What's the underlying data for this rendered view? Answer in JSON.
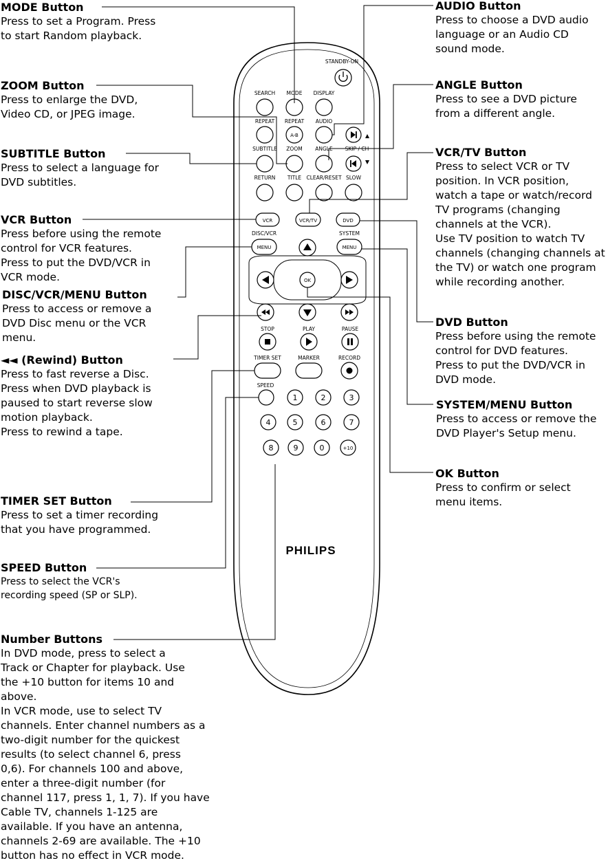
{
  "callouts": {
    "mode": {
      "title": "MODE Button",
      "desc": "Press to set a Program. Press\nto start Random playback."
    },
    "zoom": {
      "title": "ZOOM Button",
      "desc": "Press to enlarge the DVD,\nVideo CD, or JPEG image."
    },
    "subtitle": {
      "title": "SUBTITLE Button",
      "desc": "Press to select a language for\nDVD subtitles."
    },
    "vcr": {
      "title": "VCR Button",
      "desc": "Press before using the remote\ncontrol for VCR features.\nPress to put the DVD/VCR in\nVCR mode."
    },
    "disc_menu": {
      "title": "DISC/VCR/MENU Button",
      "desc": "Press to access or remove a\nDVD Disc menu or the VCR\nmenu."
    },
    "rewind": {
      "title": "◄◄ (Rewind) Button",
      "desc": "Press to fast reverse a Disc.\nPress when DVD playback is\npaused to start reverse slow\nmotion playback.\nPress to rewind a tape."
    },
    "timer_set": {
      "title": "TIMER SET Button",
      "desc": "Press to set a timer recording\nthat you have programmed."
    },
    "speed": {
      "title": "SPEED Button",
      "desc": "Press to select the VCR's\nrecording speed (SP or SLP)."
    },
    "numbers": {
      "title": "Number Buttons",
      "desc": "In DVD mode, press to select a\nTrack or Chapter for playback. Use\nthe +10 button for items 10 and\nabove.\nIn VCR mode, use to select TV\nchannels. Enter channel numbers as a\ntwo-digit number for the quickest\nresults (to select channel 6, press\n0,6). For channels 100 and above,\nenter a three-digit number (for\nchannel 117, press 1, 1, 7). If you have\nCable TV, channels 1-125 are\navailable. If you have an antenna,\nchannels 2-69 are available. The +10\nbutton has no effect in VCR mode."
    },
    "audio": {
      "title": "AUDIO Button",
      "desc": "Press to choose a DVD audio\nlanguage or an Audio CD\nsound mode."
    },
    "angle": {
      "title": "ANGLE Button",
      "desc": "Press to see a DVD picture\nfrom a different angle."
    },
    "vcr_tv": {
      "title": "VCR/TV Button",
      "desc": "Press to select VCR or TV\nposition. In VCR position,\nwatch a tape or watch/record\nTV programs (changing\nchannels at the VCR).\nUse TV position to watch TV\nchannels (changing channels at\nthe TV) or watch one program\nwhile recording another."
    },
    "dvd": {
      "title": "DVD Button",
      "desc": "Press before using the remote\ncontrol for DVD features.\nPress to put the DVD/VCR in\nDVD mode."
    },
    "system_menu": {
      "title": "SYSTEM/MENU Button",
      "desc": "Press to access or remove the\nDVD Player's Setup menu."
    },
    "ok": {
      "title": "OK Button",
      "desc": "Press to confirm or select\nmenu items."
    }
  },
  "remote": {
    "standby": "STANDBY-ON",
    "row1": [
      "SEARCH",
      "MODE",
      "DISPLAY"
    ],
    "row2": [
      "REPEAT",
      "REPEAT",
      "AUDIO"
    ],
    "ab": "A-B",
    "row3": [
      "SUBTITLE",
      "ZOOM",
      "ANGLE"
    ],
    "skip": "SKIP / CH",
    "row4": [
      "RETURN",
      "TITLE",
      "CLEAR/RESET",
      "SLOW"
    ],
    "vcr": "VCR",
    "vcrtv": "VCR/TV",
    "dvd": "DVD",
    "disc_vcr": "DISC/VCR",
    "system": "SYSTEM",
    "menu": "MENU",
    "ok": "OK",
    "transport": [
      "STOP",
      "PLAY",
      "PAUSE"
    ],
    "row_timer": [
      "TIMER SET",
      "MARKER",
      "RECORD"
    ],
    "speed": "SPEED",
    "numbers": [
      "1",
      "2",
      "3",
      "4",
      "5",
      "6",
      "7",
      "8",
      "9",
      "0",
      "+10"
    ],
    "brand": "PHILIPS"
  }
}
